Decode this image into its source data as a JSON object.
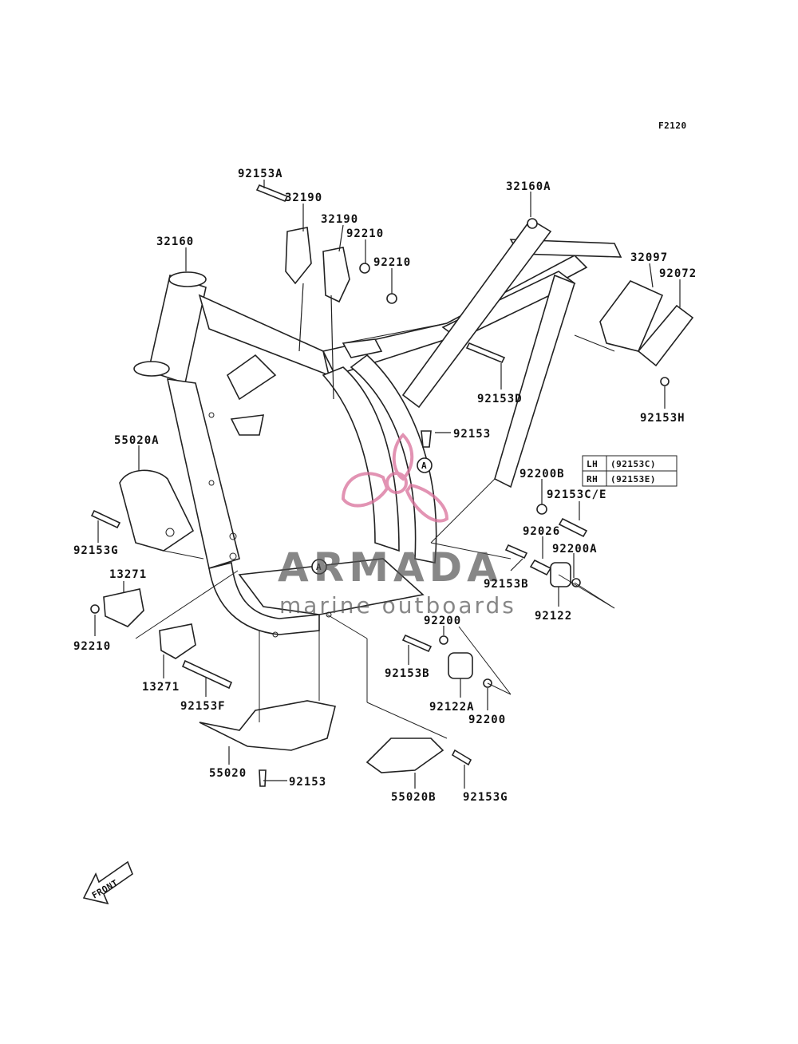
{
  "figure_code": "F2120",
  "parts": [
    {
      "id": "p-92153A",
      "label": "92153A"
    },
    {
      "id": "p-32190a",
      "label": "32190"
    },
    {
      "id": "p-32190b",
      "label": "32190"
    },
    {
      "id": "p-92210a",
      "label": "92210"
    },
    {
      "id": "p-92210b",
      "label": "92210"
    },
    {
      "id": "p-32160A",
      "label": "32160A"
    },
    {
      "id": "p-32160",
      "label": "32160"
    },
    {
      "id": "p-32097",
      "label": "32097"
    },
    {
      "id": "p-92072",
      "label": "92072"
    },
    {
      "id": "p-92153D",
      "label": "92153D"
    },
    {
      "id": "p-92153H",
      "label": "92153H"
    },
    {
      "id": "p-92153a",
      "label": "92153"
    },
    {
      "id": "p-55020A",
      "label": "55020A"
    },
    {
      "id": "p-92200B",
      "label": "92200B"
    },
    {
      "id": "p-92153CE",
      "label": "92153C/E"
    },
    {
      "id": "p-92153G-left",
      "label": "92153G"
    },
    {
      "id": "p-92026",
      "label": "92026"
    },
    {
      "id": "p-92200A",
      "label": "92200A"
    },
    {
      "id": "p-13271a",
      "label": "13271"
    },
    {
      "id": "p-92153B-a",
      "label": "92153B"
    },
    {
      "id": "p-92122",
      "label": "92122"
    },
    {
      "id": "p-92210c",
      "label": "92210"
    },
    {
      "id": "p-92200a",
      "label": "92200"
    },
    {
      "id": "p-92153B-b",
      "label": "92153B"
    },
    {
      "id": "p-13271b",
      "label": "13271"
    },
    {
      "id": "p-92153F",
      "label": "92153F"
    },
    {
      "id": "p-92122A",
      "label": "92122A"
    },
    {
      "id": "p-92200b",
      "label": "92200"
    },
    {
      "id": "p-55020",
      "label": "55020"
    },
    {
      "id": "p-92153b",
      "label": "92153"
    },
    {
      "id": "p-55020B",
      "label": "55020B"
    },
    {
      "id": "p-92153G-right",
      "label": "92153G"
    }
  ],
  "side_table": {
    "rows": [
      {
        "side": "LH",
        "part": "(92153C)"
      },
      {
        "side": "RH",
        "part": "(92153E)"
      }
    ]
  },
  "markers": {
    "ref_a": "A"
  },
  "front_arrow": {
    "label": "FRONT"
  },
  "watermark": {
    "brand": "ARMADA",
    "tagline": "marine outboards",
    "logo_color": "#d9709a"
  }
}
